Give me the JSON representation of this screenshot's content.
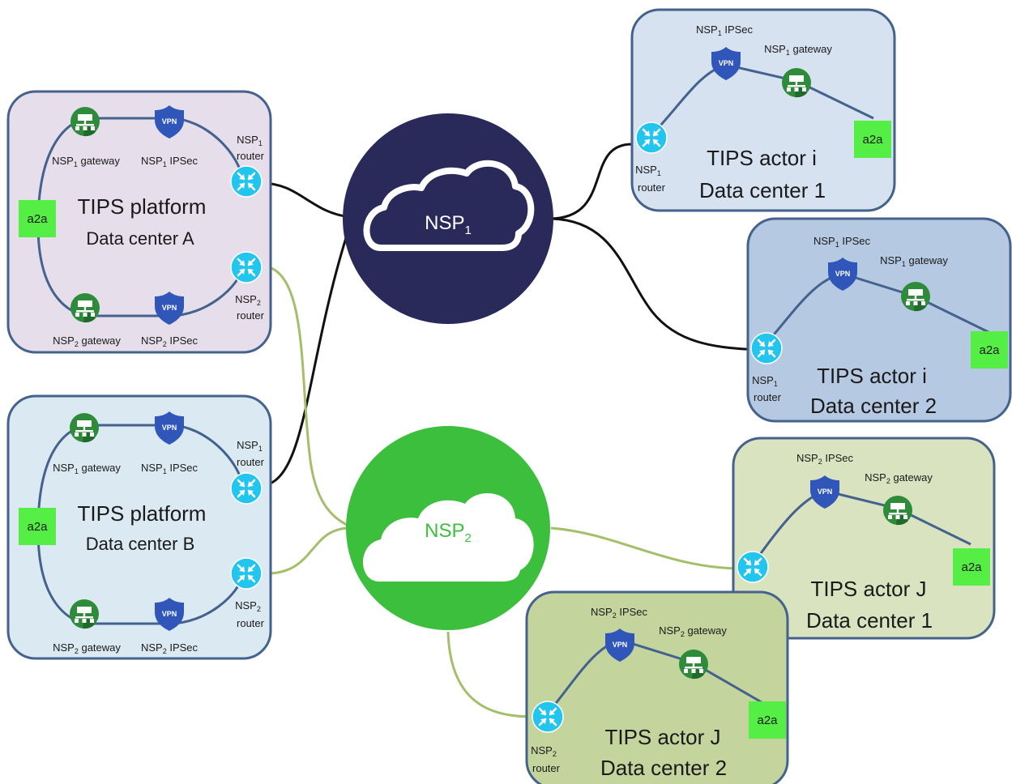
{
  "labels": {
    "vpn": "VPN",
    "a2a": "a2a",
    "nsp": "NSP",
    "sub1": "1",
    "sub2": "2",
    "gateway": "gateway",
    "ipsec": "IPSec",
    "router": "router"
  },
  "clouds": [
    {
      "id": "nsp1",
      "base": "NSP",
      "sub": "1"
    },
    {
      "id": "nsp2",
      "base": "NSP",
      "sub": "2"
    }
  ],
  "boxes": [
    {
      "id": "platform-a",
      "title": "TIPS platform",
      "subtitle": "Data center A"
    },
    {
      "id": "platform-b",
      "title": "TIPS platform",
      "subtitle": "Data center B"
    },
    {
      "id": "actor-i-dc1",
      "title": "TIPS actor i",
      "subtitle": "Data center 1"
    },
    {
      "id": "actor-i-dc2",
      "title": "TIPS actor i",
      "subtitle": "Data center 2"
    },
    {
      "id": "actor-j-dc1",
      "title": "TIPS actor J",
      "subtitle": "Data center 1"
    },
    {
      "id": "actor-j-dc2",
      "title": "TIPS actor J",
      "subtitle": "Data center 2"
    }
  ],
  "colors": {
    "nsp1_circle": "#2a2a5a",
    "nsp2_circle": "#3cbf3c",
    "nsp1_link": "#111111",
    "nsp2_link": "#a3bf6a",
    "internal_link": "#44628e",
    "router": "#22c5ee",
    "gateway": "#2e8b3a",
    "vpn": "#2f56b8",
    "a2a": "#55ee44",
    "box_platform_a": "#e6dfeb",
    "box_platform_b": "#dbe9f2",
    "box_actor_i_dc1": "#d6e2f0",
    "box_actor_i_dc2": "#b5c9e2",
    "box_actor_j_dc1": "#d9e3bf",
    "box_actor_j_dc2": "#c3d49c",
    "box_border": "#45628d"
  }
}
